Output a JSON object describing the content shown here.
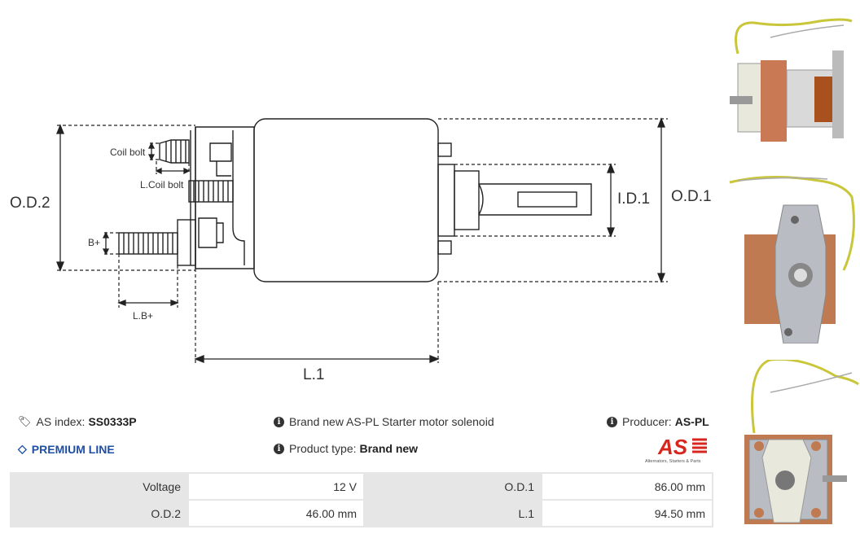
{
  "diagram": {
    "labels": {
      "coil_bolt": "Coil bolt",
      "l_coil_bolt": "L.Coil bolt",
      "b_plus": "B+",
      "l_b_plus": "L.B+",
      "od2": "O.D.2",
      "od1": "O.D.1",
      "id1": "I.D.1",
      "l1": "L.1"
    }
  },
  "info": {
    "as_index_label": "AS index:",
    "as_index_value": "SS0333P",
    "premium_line": "PREMIUM LINE",
    "description": "Brand new AS-PL Starter motor solenoid",
    "product_type_label": "Product type:",
    "product_type_value": "Brand new",
    "producer_label": "Producer:",
    "producer_value": "AS-PL",
    "logo_text": "AS",
    "logo_tagline": "Alternators, Starters & Parts"
  },
  "specs": {
    "rows": [
      {
        "k1": "Voltage",
        "v1": "12 V",
        "k2": "O.D.1",
        "v2": "86.00 mm"
      },
      {
        "k1": "O.D.2",
        "v1": "46.00 mm",
        "k2": "L.1",
        "v2": "94.50 mm"
      }
    ]
  },
  "colors": {
    "accent": "#1f4fa3",
    "logo_red": "#d7261e",
    "table_key_bg": "#e6e6e6"
  }
}
